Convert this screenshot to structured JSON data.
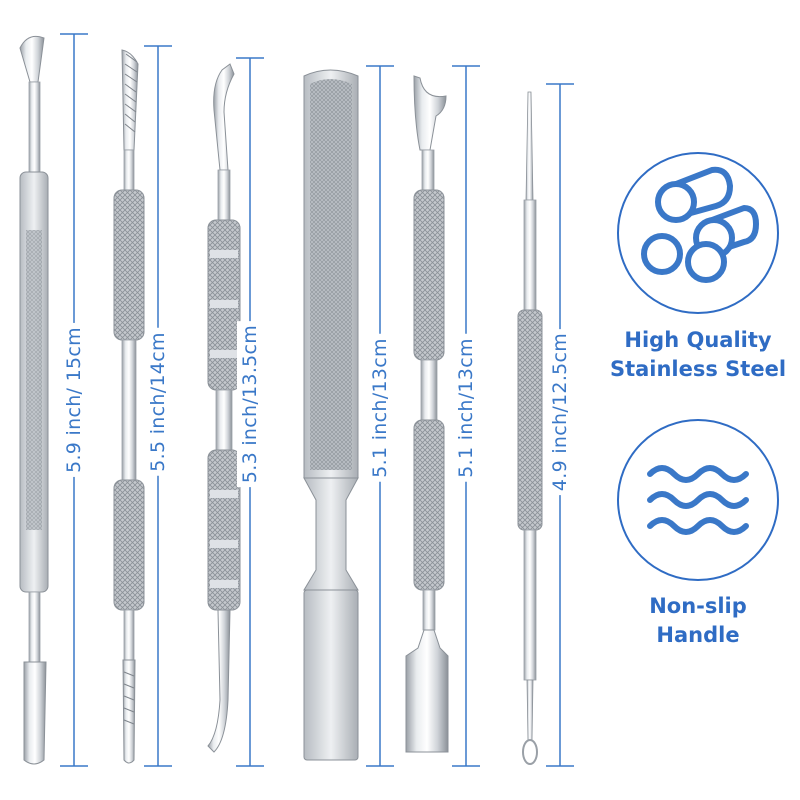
{
  "colors": {
    "accent": "#3a78c8",
    "accent_dark": "#2f6cc4",
    "steel_light": "#eef0f2",
    "steel_mid": "#c9cdd2",
    "steel_dark": "#8e949b"
  },
  "tools": [
    {
      "name": "spoon-pusher-tool",
      "measure_label": "5.9 inch/ 15cm"
    },
    {
      "name": "serrated-file-lifter-tool",
      "measure_label": "5.5 inch/14cm"
    },
    {
      "name": "curved-hook-tool",
      "measure_label": "5.3 inch/13.5cm"
    },
    {
      "name": "flat-nail-file-tool",
      "measure_label": "5.1 inch/13cm"
    },
    {
      "name": "blade-pusher-tool",
      "measure_label": "5.1 inch/13cm"
    },
    {
      "name": "needle-loop-tool",
      "measure_label": "4.9 inch/12.5cm"
    }
  ],
  "features": [
    {
      "icon": "steel-bars-icon",
      "line1": "High Quality",
      "line2": "Stainless Steel"
    },
    {
      "icon": "waves-icon",
      "line1": "Non-slip",
      "line2": "Handle"
    }
  ]
}
